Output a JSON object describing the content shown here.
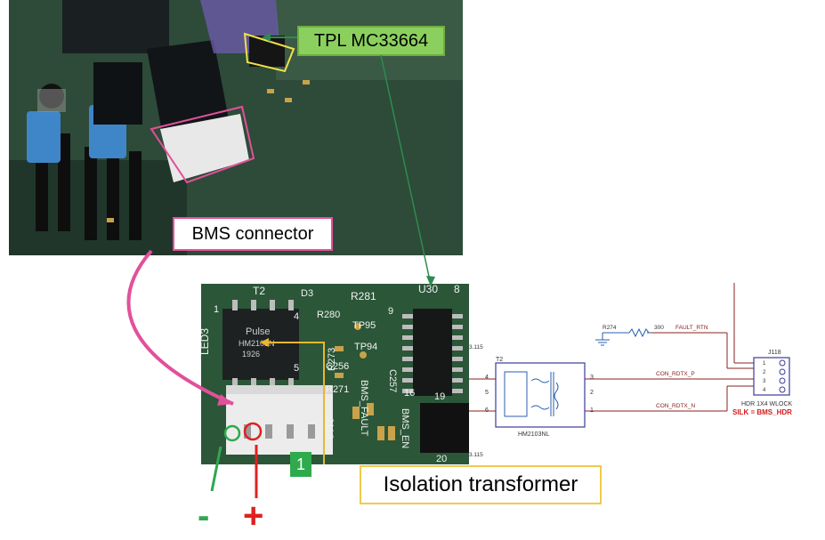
{
  "callouts": {
    "tpl": "TPL MC33664",
    "bms_connector": "BMS connector",
    "isolation": "Isolation transformer"
  },
  "polarity": {
    "minus": "-",
    "plus": "+",
    "pin1_badge": "1"
  },
  "board_bottom": {
    "silk_t2": "T2",
    "silk_d3": "D3",
    "silk_r281": "R281",
    "silk_u30": "U30",
    "silk_8": "8",
    "silk_9": "9",
    "silk_1": "1",
    "silk_4": "4",
    "silk_5": "5",
    "silk_led3": "LED3",
    "silk_r280": "R280",
    "silk_tp95": "TP95",
    "silk_tp94": "TP94",
    "silk_r273": "R273",
    "silk_c256": "C256",
    "silk_r271": "R271",
    "silk_c257": "C257",
    "silk_bms_fault": "BMS_FAULT",
    "silk_bms_en": "BMS_EN",
    "silk_j118": "J118",
    "silk_19": "19",
    "silk_20": "20",
    "silk_16": "16",
    "xfmr_brand": "Pulse",
    "xfmr_part": "HM2103N",
    "xfmr_date": "1926"
  },
  "schematic": {
    "r274": "R274",
    "r274_val": "300",
    "fault_rtn": "FAULT_RTN",
    "t2": "T2",
    "con_p": "CON_RDTX_P",
    "con_n": "CON_RDTX_N",
    "part": "HM2103NL",
    "j118": "J118",
    "hdr": "HDR 1X4 WLOCK",
    "silk": "SILK = BMS_HDR",
    "pin4": "4",
    "pin5": "5",
    "pin6": "6",
    "pin3": "3",
    "pin2": "2",
    "pin1": "1",
    "j1": "1",
    "j2": "2",
    "j3": "3",
    "j4": "4",
    "net_3115a": "3.115",
    "net_3115b": "3.115"
  }
}
